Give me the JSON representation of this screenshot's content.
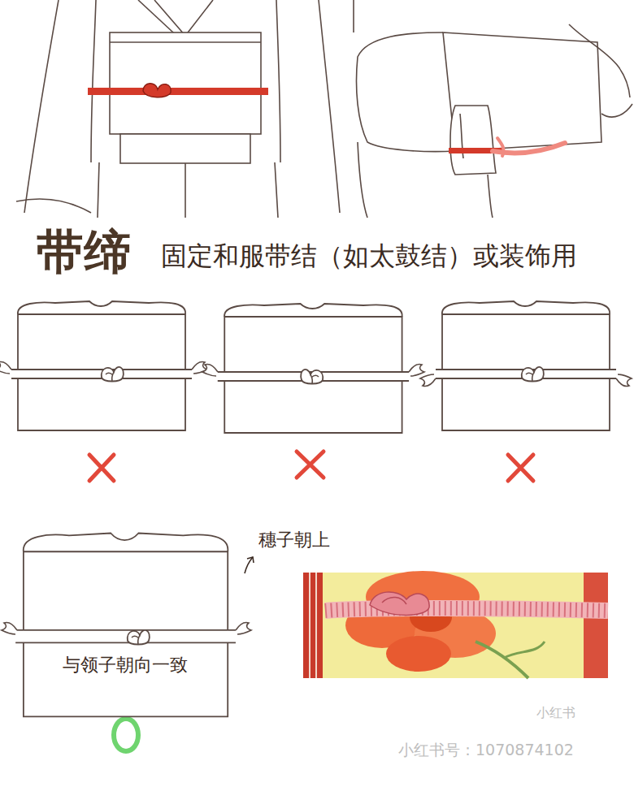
{
  "diagram": {
    "title": "带缔",
    "nodes": [
      {
        "text": [
          "与领子朝向一致"
        ]
      }
    ],
    "labels": [
      "固定和服带结（如太鼓结）或装饰用",
      "穗子朝上",
      "小红书",
      "小红书号：1070874102"
    ]
  }
}
